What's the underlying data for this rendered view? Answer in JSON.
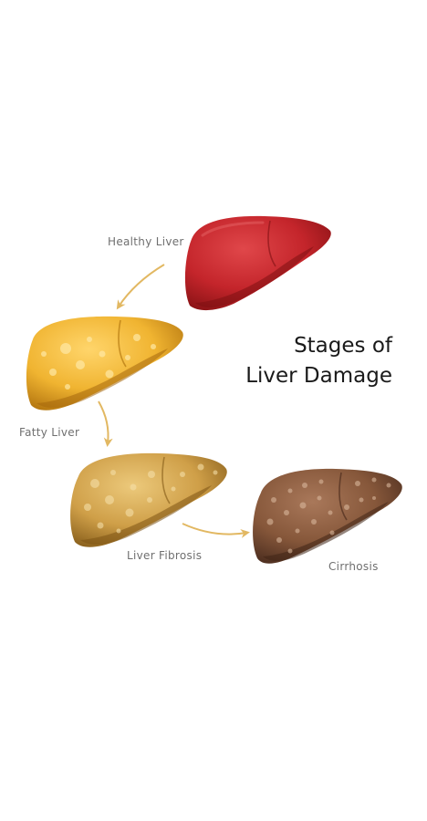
{
  "title": {
    "line1": "Stages of",
    "line2": "Liver Damage"
  },
  "stages": [
    {
      "name": "Healthy Liver",
      "color": "#c7262b",
      "spotted": false
    },
    {
      "name": "Fatty Liver",
      "color": "#f0b431",
      "spotted": true
    },
    {
      "name": "Liver Fibrosis",
      "color": "#d7a94e",
      "spotted": true
    },
    {
      "name": "Cirrhosis",
      "color": "#8b5a3c",
      "spotted": true
    }
  ],
  "colors": {
    "arrow": "#e2b862",
    "label_text": "#6f6f6f",
    "title_text": "#1a1a1a"
  }
}
